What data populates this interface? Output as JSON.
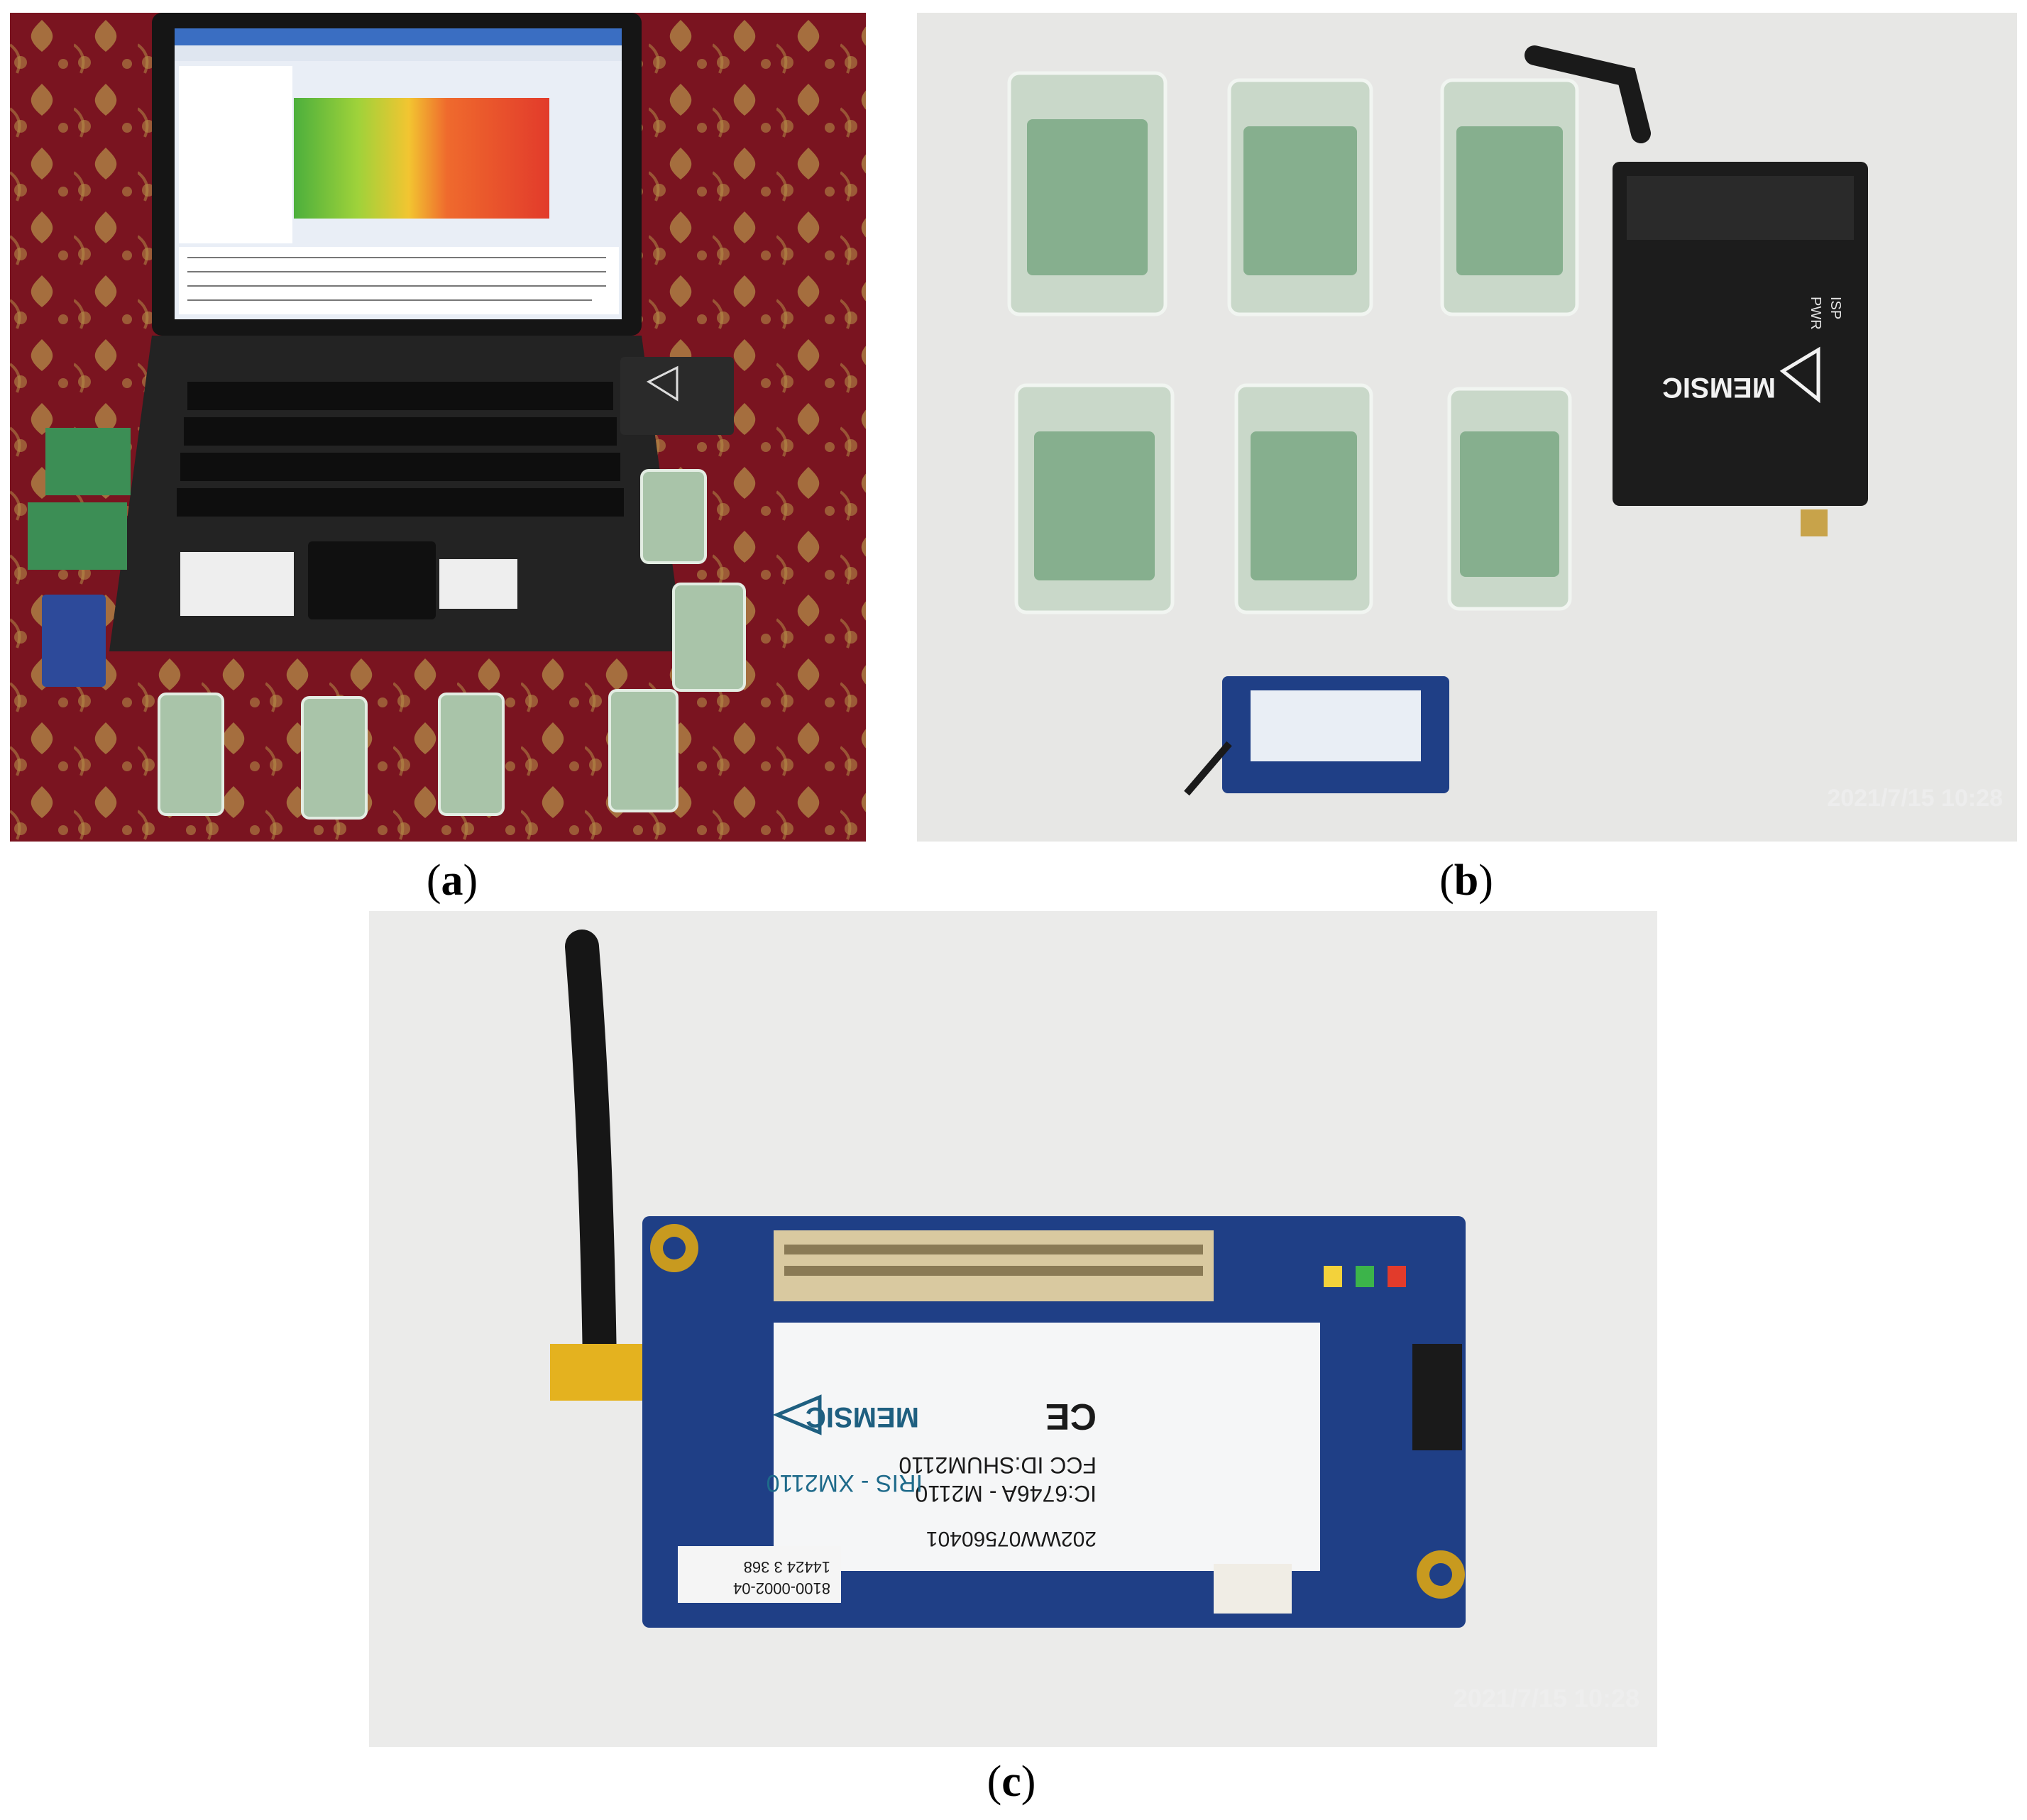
{
  "panels": [
    {
      "id": "a",
      "caption_open": "(",
      "caption_letter": "a",
      "caption_close": ")",
      "description_items": [
        "laptop",
        "memsic-gateway",
        "sensor-nodes",
        "sensor-boards"
      ]
    },
    {
      "id": "b",
      "caption_open": "(",
      "caption_letter": "b",
      "caption_close": ")",
      "timestamp": "2021/7/15 10:28",
      "gateway_brand": "MEMSIC",
      "gateway_labels": [
        "PWR",
        "ISP"
      ]
    },
    {
      "id": "c",
      "caption_open": "(",
      "caption_letter": "c",
      "caption_close": ")",
      "timestamp": "2021/7/15 10:28",
      "module": {
        "brand": "MEMSIC",
        "model": "IRIS - XM2110",
        "fcc_id": "FCC ID:SHUM2110",
        "ic": "IC:6746A - M2110",
        "serial": "202WW07560401",
        "ce_mark": "CE",
        "sticker_top": "8100-0002-04",
        "sticker_bottom": "14424 3 368"
      }
    }
  ],
  "colors": {
    "carpet": "#7a1420",
    "pcb_blue": "#1f3f86",
    "gateway_black": "#1c1c1c",
    "background_gray": "#e7e7e5"
  }
}
